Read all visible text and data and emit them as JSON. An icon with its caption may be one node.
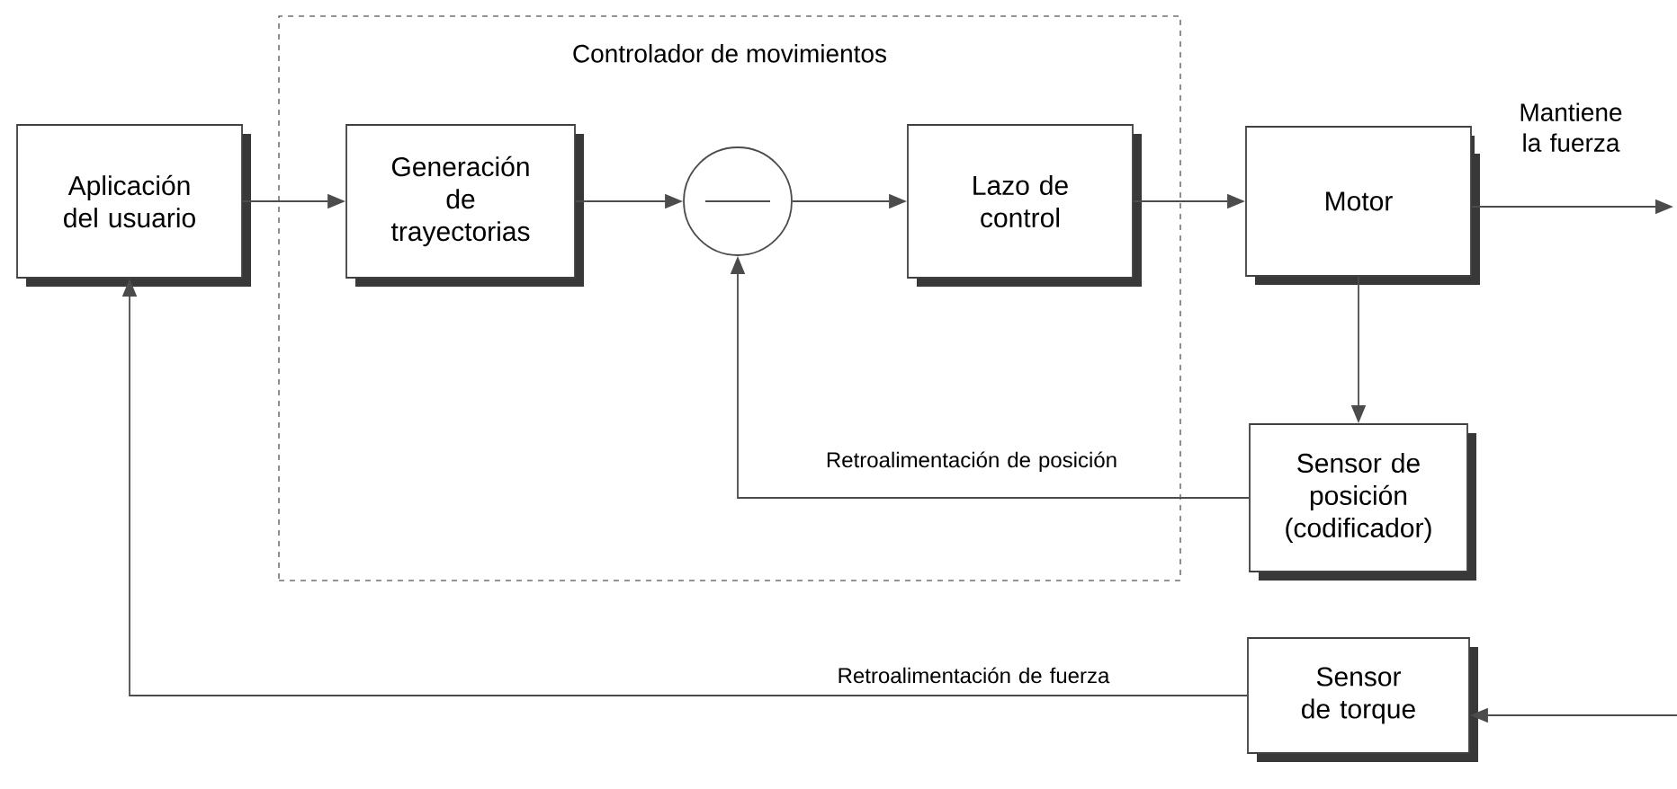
{
  "diagram": {
    "nodes": [
      {
        "text": [
          "Controlador de movimientos"
        ]
      },
      {
        "text": [
          "Aplicación del usuario"
        ]
      },
      {
        "text": [
          "Generación de trayectorias"
        ],
        "in": 0
      },
      {
        "text": [],
        "shape": "circle",
        "in": 0
      },
      {
        "text": [
          "Lazo de control"
        ],
        "in": 0
      },
      {
        "text": [
          "Motor"
        ]
      },
      {
        "text": [
          "Sensor de posición (codificador)"
        ]
      },
      {
        "text": [
          "Sensor de torque"
        ]
      }
    ],
    "edges": [
      {
        "from": 1,
        "to": 2,
        "arrow": "to"
      },
      {
        "from": 2,
        "to": 3,
        "arrow": "to"
      },
      {
        "from": 3,
        "to": 4,
        "arrow": "to"
      },
      {
        "from": 4,
        "to": 5,
        "arrow": "to"
      },
      {
        "from": 5,
        "to": null,
        "arrow": "to",
        "label": "Mantiene la fuerza"
      },
      {
        "from": 5,
        "to": 6,
        "arrow": "to"
      },
      {
        "from": 6,
        "to": 3,
        "arrow": "to",
        "label": "Retroalimentación de posición"
      },
      {
        "from": null,
        "to": 7,
        "arrow": "to"
      },
      {
        "from": 7,
        "to": 1,
        "arrow": "to",
        "label": "Retroalimentación de fuerza"
      }
    ]
  }
}
